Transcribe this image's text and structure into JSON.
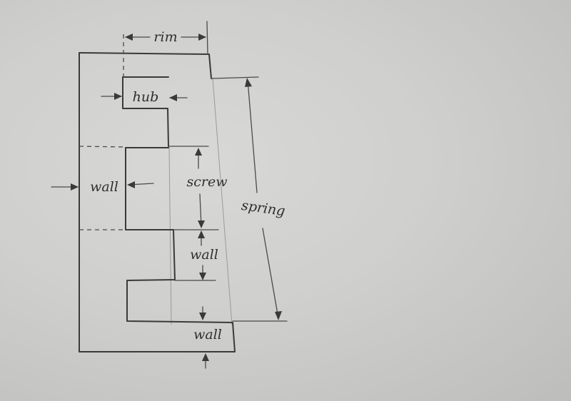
{
  "labels": {
    "rim": "rim",
    "hub": "hub",
    "wall_left": "wall",
    "screw": "screw",
    "spring": "spring",
    "wall_middle": "wall",
    "wall_bottom": "wall"
  }
}
